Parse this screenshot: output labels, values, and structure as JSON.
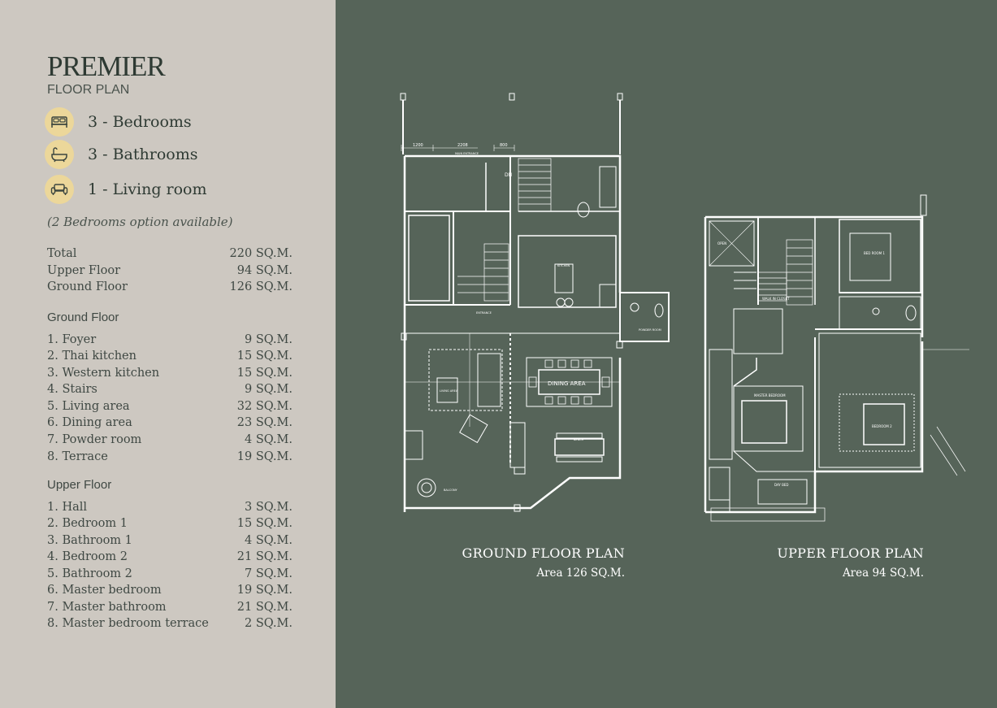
{
  "header": {
    "title": "PREMIER",
    "subtitle": "FLOOR PLAN"
  },
  "features": [
    {
      "icon": "bed-icon",
      "label": "3 - Bedrooms"
    },
    {
      "icon": "bathtub-icon",
      "label": "3 - Bathrooms"
    },
    {
      "icon": "sofa-icon",
      "label": "1 - Living room"
    }
  ],
  "option_note": "(2 Bedrooms option available)",
  "totals": [
    {
      "label": "Total",
      "value": "220 SQ.M."
    },
    {
      "label": "Upper Floor",
      "value": "94 SQ.M."
    },
    {
      "label": "Ground Floor",
      "value": "126 SQ.M."
    }
  ],
  "ground_floor": {
    "heading": "Ground Floor",
    "rooms": [
      {
        "label": "1. Foyer",
        "value": "9 SQ.M."
      },
      {
        "label": "2. Thai kitchen",
        "value": "15 SQ.M."
      },
      {
        "label": "3. Western kitchen",
        "value": "15 SQ.M."
      },
      {
        "label": "4. Stairs",
        "value": "9 SQ.M."
      },
      {
        "label": "5. Living area",
        "value": "32 SQ.M."
      },
      {
        "label": "6. Dining area",
        "value": "23 SQ.M."
      },
      {
        "label": "7. Powder room",
        "value": "4 SQ.M."
      },
      {
        "label": "8. Terrace",
        "value": "19 SQ.M."
      }
    ]
  },
  "upper_floor": {
    "heading": "Upper Floor",
    "rooms": [
      {
        "label": "1. Hall",
        "value": "3 SQ.M."
      },
      {
        "label": "2. Bedroom 1",
        "value": "15 SQ.M."
      },
      {
        "label": "3. Bathroom 1",
        "value": "4 SQ.M."
      },
      {
        "label": "4. Bedroom 2",
        "value": "21 SQ.M."
      },
      {
        "label": "5. Bathroom 2",
        "value": "7 SQ.M."
      },
      {
        "label": "6. Master bedroom",
        "value": "19 SQ.M."
      },
      {
        "label": "7. Master bathroom",
        "value": "21 SQ.M."
      },
      {
        "label": "8. Master bedroom terrace",
        "value": "2 SQ.M."
      }
    ]
  },
  "plans": {
    "ground": {
      "title": "GROUND FLOOR PLAN",
      "area": "Area 126 SQ.M.",
      "labels": {
        "dim1": "1200",
        "dim2": "2208",
        "dim3": "800",
        "main_entrance": "MAIN ENTRANCE",
        "dining_area": "DINING AREA",
        "living_area": "LIVING AREA",
        "kitchen": "KITCHEN",
        "entrance": "ENTRANCE",
        "powder_room": "POWDER ROOM",
        "bench": "BENCH",
        "balcony": "BALCONY",
        "dn": "DN"
      }
    },
    "upper": {
      "title": "UPPER FLOOR PLAN",
      "area": "Area 94 SQ.M.",
      "labels": {
        "bedroom1": "BED ROOM 1",
        "bedroom2": "BEDROOM 2",
        "master_bedroom": "MASTER BEDROOM",
        "walk_in_closet": "WALK IN CLOSET",
        "open": "OPEN",
        "day_bed": "DAY BED"
      }
    }
  },
  "colors": {
    "left_panel": "#cdc8c1",
    "right_panel": "#566459",
    "icon_circle": "#ecd79a",
    "title_text": "#2e3a33",
    "line": "#ffffff"
  }
}
